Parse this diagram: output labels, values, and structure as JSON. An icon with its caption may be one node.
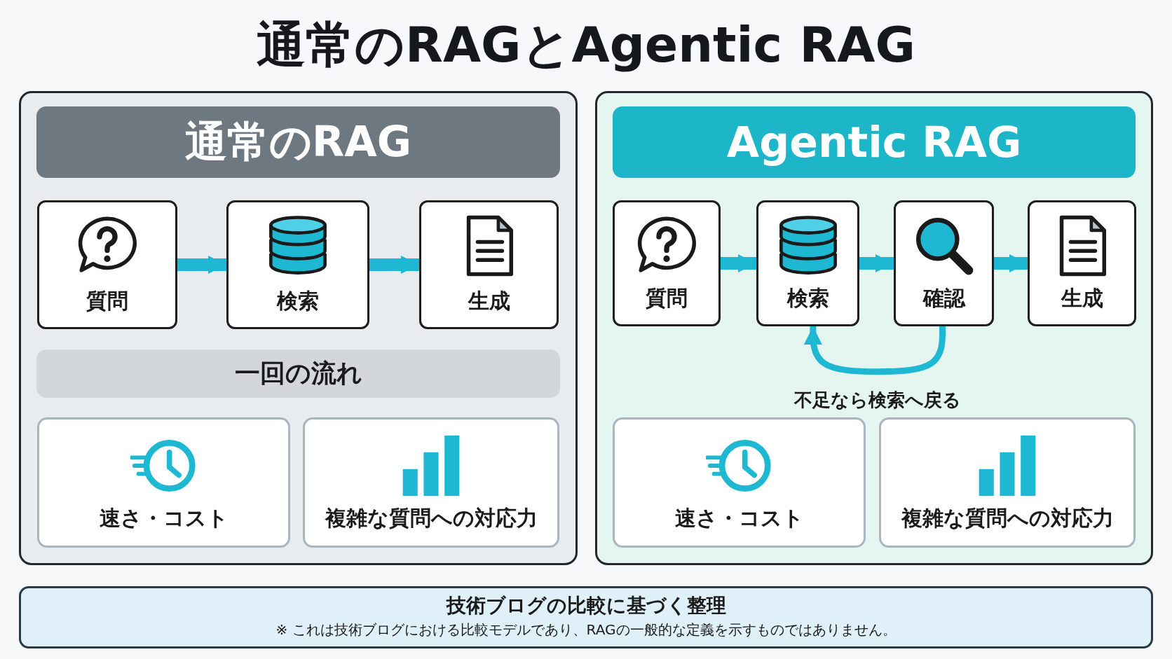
{
  "diagram": {
    "title": "通常のRAGとAgentic RAG",
    "nodes": [
      {
        "text": [
          "通常のRAG"
        ]
      },
      {
        "text": [
          "質問"
        ],
        "in": 0
      },
      {
        "text": [
          "検索"
        ],
        "in": 0
      },
      {
        "text": [
          "生成"
        ],
        "in": 0
      },
      {
        "text": [
          "一回の流れ"
        ],
        "in": 0
      },
      {
        "text": [
          "速さ・コスト"
        ],
        "in": 0
      },
      {
        "text": [
          "複雑な質問への対応力"
        ],
        "in": 0
      },
      {
        "text": [
          "Agentic RAG"
        ]
      },
      {
        "text": [
          "質問"
        ],
        "in": 7
      },
      {
        "text": [
          "検索"
        ],
        "in": 7
      },
      {
        "text": [
          "確認"
        ],
        "in": 7
      },
      {
        "text": [
          "生成"
        ],
        "in": 7
      },
      {
        "text": [
          "速さ・コスト"
        ],
        "in": 7
      },
      {
        "text": [
          "複雑な質問への対応力"
        ],
        "in": 7
      },
      {
        "text": [
          "技術ブログの比較に基づく整理",
          "※ これは技術ブログにおける比較モデルであり、RAGの一般的な定義を示すものではありません。"
        ]
      }
    ],
    "edges": [
      {
        "from": 1,
        "to": 2,
        "arrow": "to"
      },
      {
        "from": 2,
        "to": 3,
        "arrow": "to"
      },
      {
        "from": 8,
        "to": 9,
        "arrow": "to"
      },
      {
        "from": 9,
        "to": 10,
        "arrow": "to"
      },
      {
        "from": 10,
        "to": 11,
        "arrow": "to"
      },
      {
        "from": 10,
        "to": 9,
        "arrow": "to",
        "label": "不足なら検索へ戻る"
      }
    ]
  }
}
